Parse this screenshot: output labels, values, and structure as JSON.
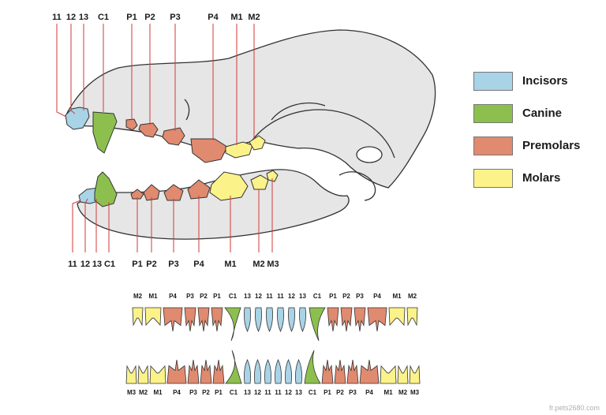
{
  "colors": {
    "incisor": "#a9d3e6",
    "canine": "#8dbf4f",
    "premolar": "#e08a70",
    "molar": "#fbf28a",
    "skull": "#e6e6e6",
    "outline": "#333333",
    "leader": "#d23a3a"
  },
  "legend": [
    {
      "label": "Incisors",
      "color": "#a9d3e6"
    },
    {
      "label": "Canine",
      "color": "#8dbf4f"
    },
    {
      "label": "Premolars",
      "color": "#e08a70"
    },
    {
      "label": "Molars",
      "color": "#fbf28a"
    }
  ],
  "skull_labels": {
    "upper": [
      "11",
      "12",
      "13",
      "C1",
      "P1",
      "P2",
      "P3",
      "P4",
      "M1",
      "M2"
    ],
    "lower": [
      "11",
      "12",
      "13",
      "C1",
      "P1",
      "P2",
      "P3",
      "P4",
      "M1",
      "M2",
      "M3"
    ]
  },
  "chart_upper_labels": [
    "M2",
    "M1",
    "P4",
    "P3",
    "P2",
    "P1",
    "C1",
    "13",
    "12",
    "11",
    "11",
    "12",
    "13",
    "C1",
    "P1",
    "P2",
    "P3",
    "P4",
    "M1",
    "M2"
  ],
  "chart_lower_labels": [
    "M3",
    "M2",
    "M1",
    "P4",
    "P3",
    "P2",
    "P1",
    "C1",
    "13",
    "12",
    "11",
    "11",
    "12",
    "13",
    "C1",
    "P1",
    "P2",
    "P3",
    "P4",
    "M1",
    "M2",
    "M3"
  ],
  "watermark": "fr.pets2680.com"
}
